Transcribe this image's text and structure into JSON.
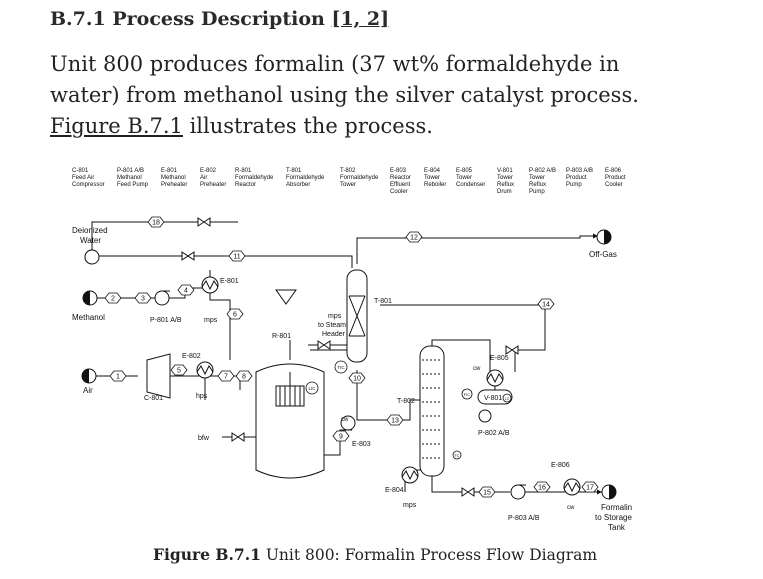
{
  "section": {
    "number": "B.7.1",
    "title": "Process Description",
    "refs": "[1, 2]"
  },
  "description": {
    "text_before": "Unit 800 produces formalin (37 wt% formaldehyde in water) from methanol using the silver catalyst process. ",
    "figure_link": "Figure B.7.1",
    "text_after": " illustrates the process."
  },
  "equipment_legend": [
    {
      "tag": "C-801",
      "desc": [
        "Feed Air",
        "Compressor"
      ]
    },
    {
      "tag": "P-801 A/B",
      "desc": [
        "Methanol",
        "Feed Pump"
      ]
    },
    {
      "tag": "E-801",
      "desc": [
        "Methanol",
        "Preheater"
      ]
    },
    {
      "tag": "E-802",
      "desc": [
        "Air",
        "Preheater"
      ]
    },
    {
      "tag": "R-801",
      "desc": [
        "Formaldehyde",
        "Reactor"
      ]
    },
    {
      "tag": "T-801",
      "desc": [
        "Formaldehyde",
        "Absorber"
      ]
    },
    {
      "tag": "T-802",
      "desc": [
        "Formaldehyde",
        "Tower"
      ]
    },
    {
      "tag": "E-803",
      "desc": [
        "Reactor",
        "Effluent",
        "Cooler"
      ]
    },
    {
      "tag": "E-804",
      "desc": [
        "Tower",
        "Reboiler"
      ]
    },
    {
      "tag": "E-805",
      "desc": [
        "Tower",
        "Condenser"
      ]
    },
    {
      "tag": "V-801",
      "desc": [
        "Tower",
        "Reflux",
        "Drum"
      ]
    },
    {
      "tag": "P-802 A/B",
      "desc": [
        "Tower",
        "Reflux",
        "Pump"
      ]
    },
    {
      "tag": "P-803 A/B",
      "desc": [
        "Product",
        "Pump"
      ]
    },
    {
      "tag": "E-806",
      "desc": [
        "Product",
        "Cooler"
      ]
    }
  ],
  "labels": {
    "deionized": [
      "Deionized",
      "Water"
    ],
    "methanol": "Methanol",
    "air": "Air",
    "off_gas": "Off-Gas",
    "formalin": [
      "Formalin",
      "to Storage",
      "Tank"
    ],
    "to_steam": [
      "mps",
      "to Steam",
      "Header"
    ],
    "mps": "mps",
    "hps": "hps",
    "bfw": "bfw",
    "cw": "cw",
    "tic": "TIC",
    "lic": "LIC",
    "fic": "FIC",
    "lc": "LC",
    "fc": "FC"
  },
  "tags": {
    "c801": "C-801",
    "p801": "P-801 A/B",
    "e801": "E-801",
    "e802": "E-802",
    "r801": "R-801",
    "t801": "T-801",
    "t802": "T-802",
    "e803": "E-803",
    "e804": "E-804",
    "e805": "E-805",
    "v801": "V-801",
    "p802": "P-802 A/B",
    "p803": "P-803 A/B",
    "e806": "E-806"
  },
  "streams": [
    "1",
    "2",
    "3",
    "4",
    "5",
    "6",
    "7",
    "8",
    "9",
    "10",
    "11",
    "12",
    "13",
    "14",
    "15",
    "16",
    "17",
    "18"
  ],
  "caption": {
    "label": "Figure B.7.1",
    "text": " Unit 800: Formalin Process Flow Diagram"
  }
}
